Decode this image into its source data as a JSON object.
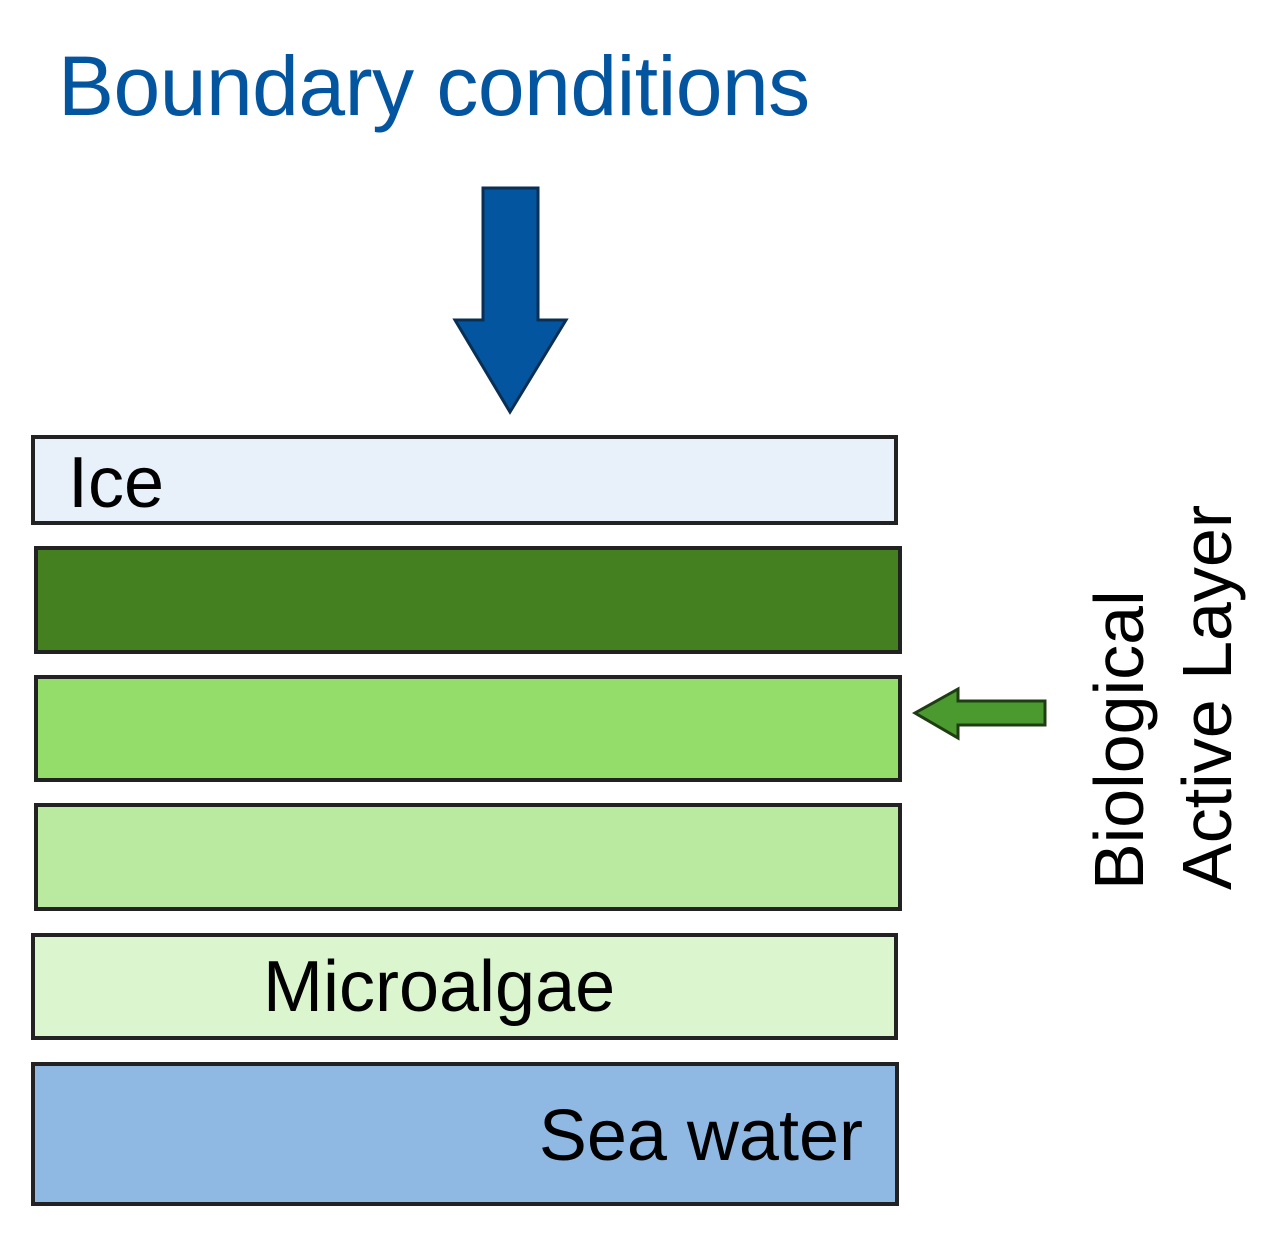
{
  "title": "Boundary conditions",
  "layers": {
    "ice": "Ice",
    "microalgae": "Microalgae",
    "sea_water": "Sea water"
  },
  "side_label": {
    "line1": "Biological",
    "line2": "Active Layer"
  },
  "colors": {
    "title": "#0455a0",
    "down_arrow": "#0455a0",
    "pointer_arrow": "#4a9a30",
    "ice": "#e8f0fa",
    "dark_green": "#44801f",
    "mid_green": "#94dd6b",
    "light_green": "#bae9a0",
    "microalgae": "#dbf5cf",
    "sea_water": "#8fb8e2"
  }
}
